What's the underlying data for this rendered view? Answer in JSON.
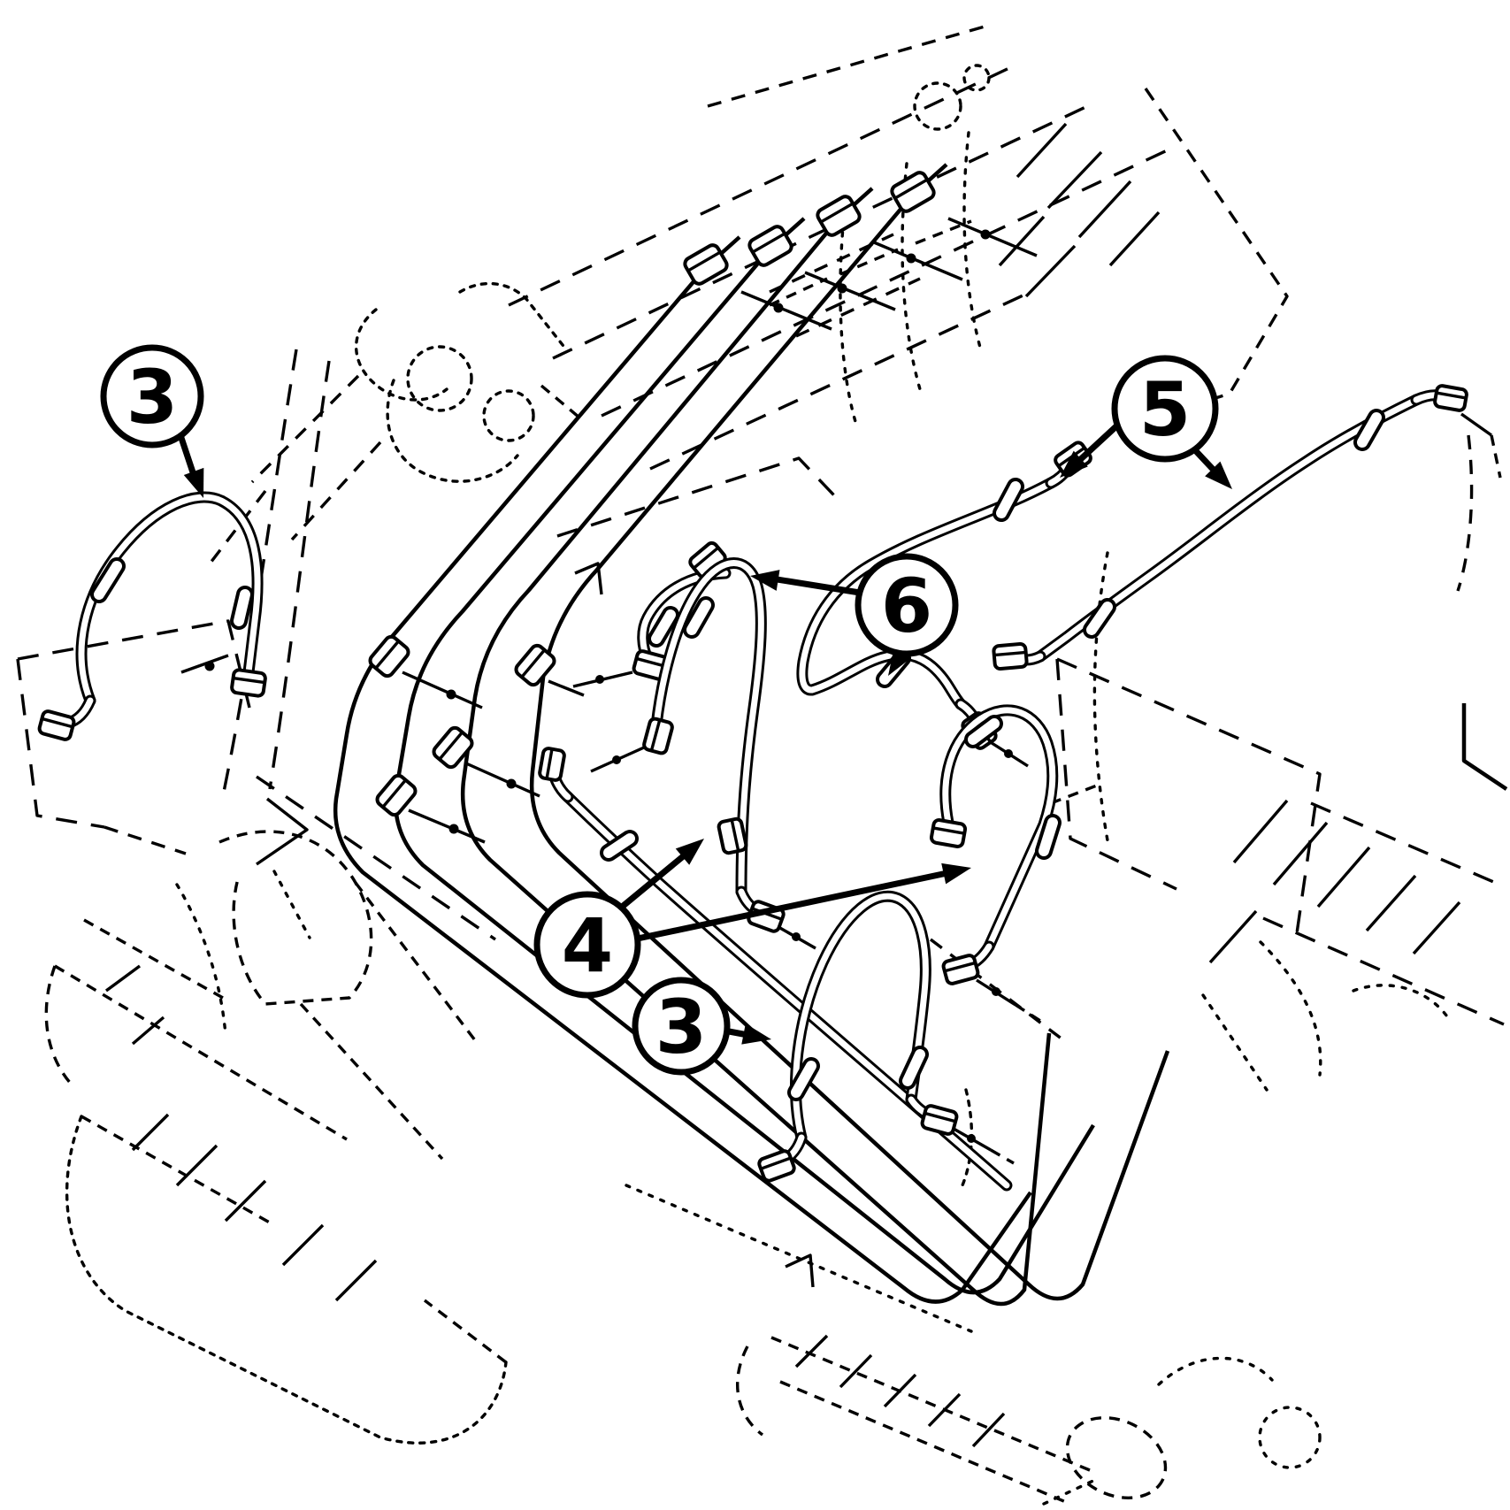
{
  "diagram": {
    "background_color": "#ffffff",
    "stroke_color": "#000000",
    "callouts": [
      {
        "label": "3",
        "position": "upper-left",
        "arrow_count": 1
      },
      {
        "label": "5",
        "position": "upper-right",
        "arrow_count": 2
      },
      {
        "label": "6",
        "position": "center-right",
        "arrow_count": 2
      },
      {
        "label": "4",
        "position": "center-left",
        "arrow_count": 2
      },
      {
        "label": "3",
        "position": "lower-center",
        "arrow_count": 1
      }
    ]
  }
}
